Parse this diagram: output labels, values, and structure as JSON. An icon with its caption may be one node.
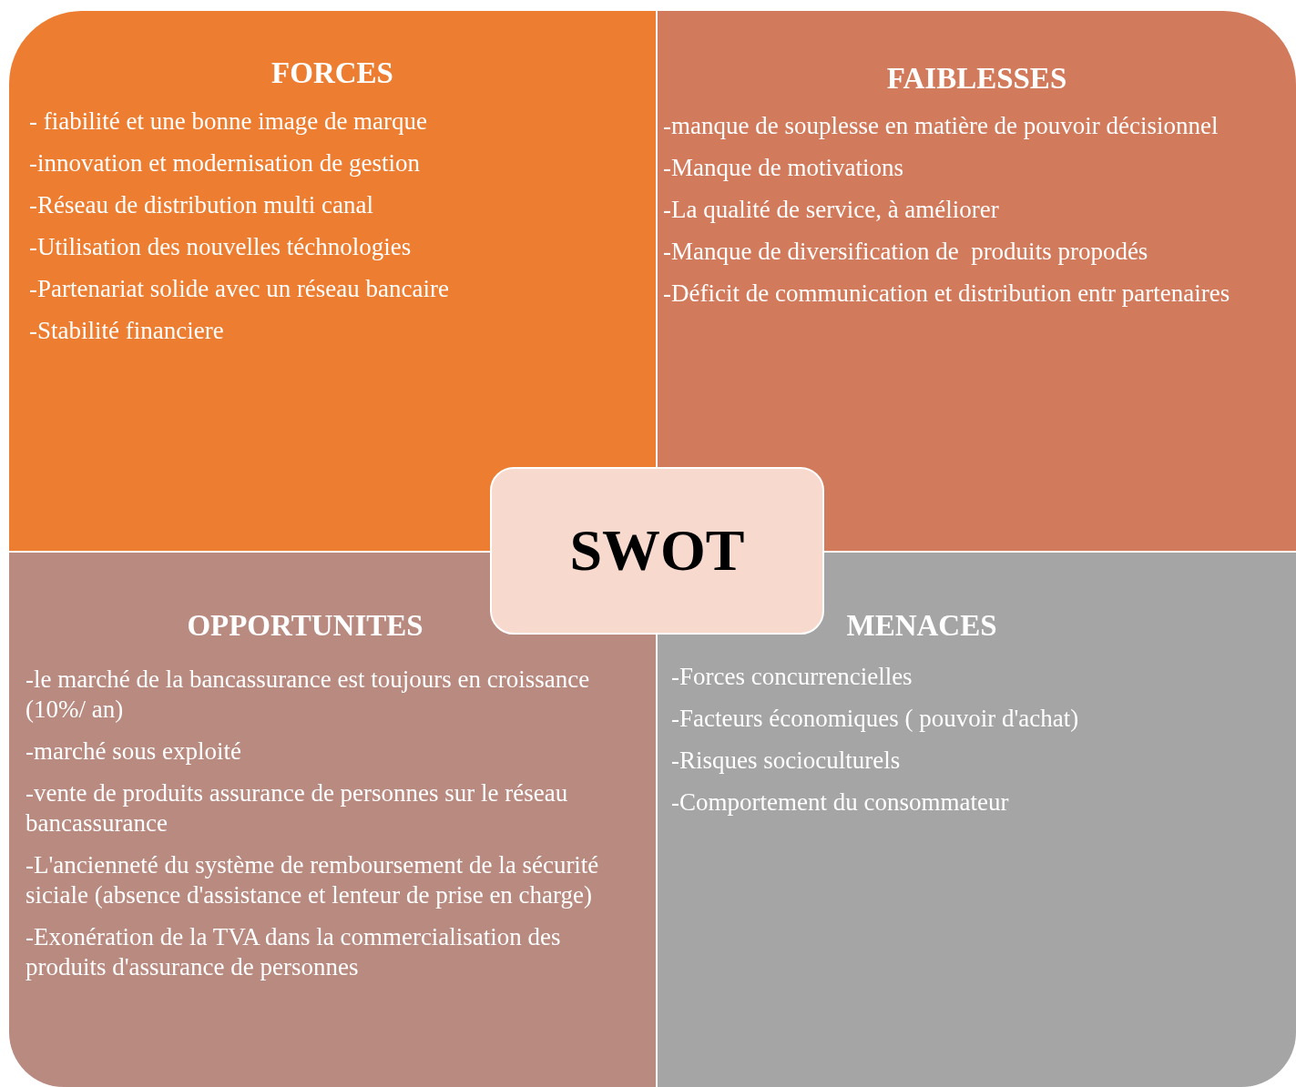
{
  "diagram": {
    "nodes": [
      {
        "text": [
          "FORCES",
          "- fiabilité et une bonne image de marque",
          "-innovation et modernisation de gestion",
          "-Réseau de distribution multi canal",
          "-Utilisation des nouvelles téchnologies",
          "-Partenariat solide avec un réseau bancaire",
          "-Stabilité financiere"
        ]
      },
      {
        "text": [
          "FAIBLESSES",
          "-manque de souplesse en matière de pouvoir décisionnel",
          "-Manque de motivations",
          "-La qualité de service, à améliorer",
          "-Manque de diversification de  produits propodés",
          "-Déficit de communication et distribution entr partenaires"
        ]
      },
      {
        "text": [
          "OPPORTUNITES",
          "-le marché de la bancassurance est toujours en croissance (10%/ an)",
          "-marché sous exploité",
          "-vente de produits assurance de personnes sur le réseau bancassurance",
          "-L'ancienneté du système de remboursement de la sécurité siciale (absence d'assistance et lenteur de prise en charge)",
          "-Exonération de la TVA dans la commercialisation des produits d'assurance de personnes"
        ]
      },
      {
        "text": [
          "MENACES",
          "-Forces concurrencielles",
          "-Facteurs économiques ( pouvoir d'achat)",
          "-Risques socioculturels",
          "-Comportement du consommateur"
        ]
      },
      {
        "text": [
          "SWOT"
        ]
      }
    ]
  }
}
